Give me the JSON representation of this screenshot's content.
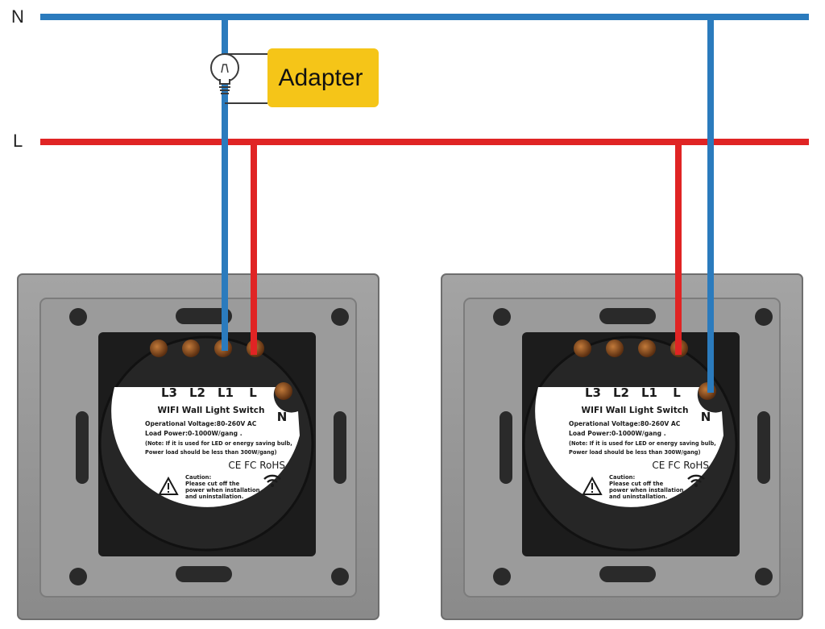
{
  "bus": {
    "neutral_label": "N",
    "live_label": "L",
    "neutral_color": "#2b7bbd",
    "live_color": "#e02424"
  },
  "adapter": {
    "label": "Adapter",
    "color": "#f5c518"
  },
  "icons": {
    "lamp": "light-bulb-icon",
    "wifi": "wifi-icon",
    "warning": "warning-triangle-icon"
  },
  "switches": [
    {
      "terminals": [
        "L3",
        "L2",
        "L1",
        "L"
      ],
      "neutral_terminal": "N",
      "title": "WIFI Wall Light Switch",
      "spec_voltage": "Operational Voltage:80-260V AC",
      "spec_power": "Load Power:0-1000W/gang .",
      "note_line1": "(Note: If it is used for LED or energy saving bulb,",
      "note_line2": "Power load should be less than 300W/gang)",
      "cert": "CE FC RoHS",
      "caution_title": "Caution:",
      "caution_line1": "Please cut off the",
      "caution_line2": "power when installation",
      "caution_line3": "and uninstallation."
    },
    {
      "terminals": [
        "L3",
        "L2",
        "L1",
        "L"
      ],
      "neutral_terminal": "N",
      "title": "WIFI Wall Light Switch",
      "spec_voltage": "Operational Voltage:80-260V AC",
      "spec_power": "Load Power:0-1000W/gang .",
      "note_line1": "(Note: If it is used for LED or energy saving bulb,",
      "note_line2": "Power load should be less than 300W/gang)",
      "cert": "CE FC RoHS",
      "caution_title": "Caution:",
      "caution_line1": "Please cut off the",
      "caution_line2": "power when installation",
      "caution_line3": "and uninstallation."
    }
  ]
}
